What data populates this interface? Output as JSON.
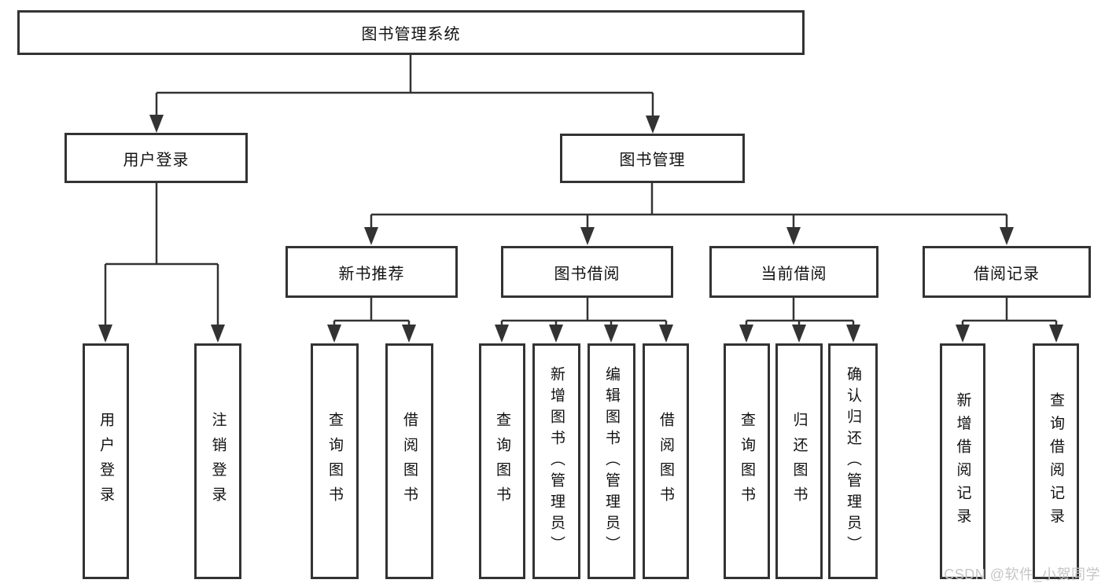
{
  "title": {
    "label": "图书管理系统"
  },
  "level2": [
    {
      "id": "user-login",
      "label": "用户登录"
    },
    {
      "id": "book-management",
      "label": "图书管理"
    }
  ],
  "level3": [
    {
      "id": "new-book-recommend",
      "label": "新书推荐"
    },
    {
      "id": "book-borrow",
      "label": "图书借阅"
    },
    {
      "id": "current-borrow",
      "label": "当前借阅"
    },
    {
      "id": "borrow-record",
      "label": "借阅记录"
    }
  ],
  "leaves": {
    "login": [
      "用户登录",
      "注销登录"
    ],
    "recommend": [
      "查询图书",
      "借阅图书"
    ],
    "borrow": [
      "查询图书",
      "新增图书（管理员）",
      "编辑图书（管理员）",
      "借阅图书"
    ],
    "current": [
      "查询图书",
      "归还图书",
      "确认归还（管理员）"
    ],
    "record": [
      "新增借阅记录",
      "查询借阅记录"
    ]
  },
  "watermark": {
    "text": "CSDN @软件_小贺同学"
  },
  "colors": {
    "line": "#333333",
    "text": "#111111",
    "watermark": "#c6c6c6",
    "box_background": "#ffffff"
  }
}
